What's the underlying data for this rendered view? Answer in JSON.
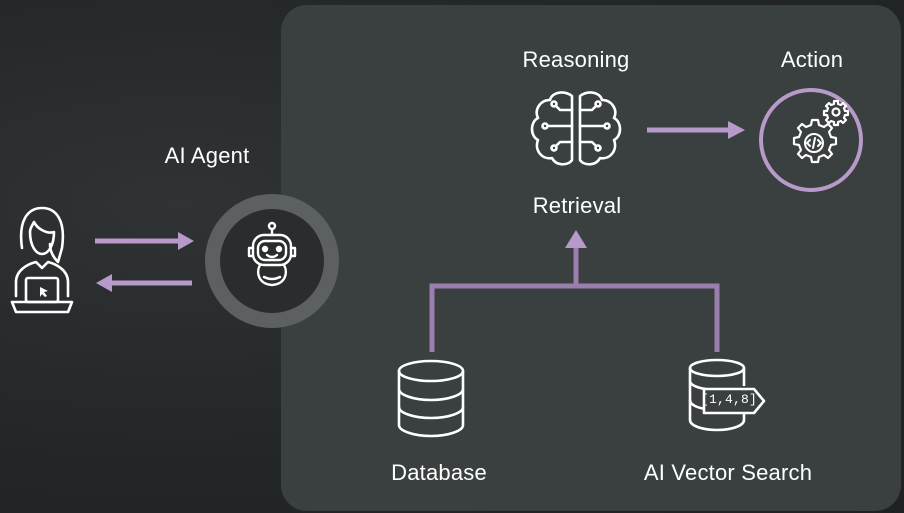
{
  "diagram": {
    "labels": {
      "ai_agent": "AI Agent",
      "reasoning": "Reasoning",
      "action": "Action",
      "retrieval": "Retrieval",
      "database": "Database",
      "ai_vector_search": "AI Vector Search",
      "vector_tag": "[1,4,8]"
    },
    "icons": {
      "user": "user-at-laptop-icon",
      "agent": "robot-icon",
      "reasoning": "brain-icon",
      "action": "gears-code-icon",
      "database": "database-icon",
      "vector": "vector-database-icon"
    },
    "colors": {
      "accent": "#b79ac9",
      "accent_line": "#9a7fae",
      "panel": "#3a3f40",
      "background": "#232627",
      "ring": "#5c6062",
      "text": "#ffffff"
    }
  }
}
